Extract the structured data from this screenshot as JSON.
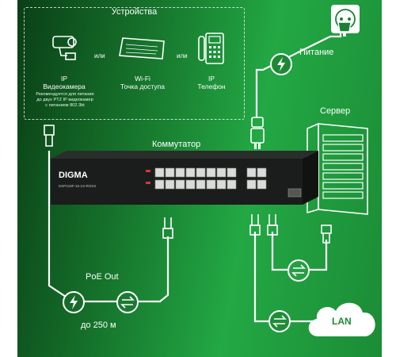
{
  "devices": {
    "title": "Устройства",
    "separator": "или",
    "camera": {
      "line1": "IP",
      "line2": "Видеокамера",
      "note1": "Рекомендуется для питания",
      "note2": "до двух PTZ IP видеокамер",
      "note3": "с питанием 802.3bt"
    },
    "wifi": {
      "line1": "Wi-Fi",
      "line2": "Точка доступа"
    },
    "phone": {
      "line1": "IP",
      "line2": "Телефон"
    }
  },
  "power": {
    "label": "Питание"
  },
  "server": {
    "label": "Сервер"
  },
  "switch": {
    "label": "Коммутатор",
    "brand": "DIGMA",
    "model": "DSP218F-16-1S-ROSS"
  },
  "poe": {
    "label": "PoE Out",
    "distance": "до 250 м"
  },
  "lan": {
    "label": "LAN"
  },
  "colors": {
    "bg_dark": "#0a3f16",
    "bg_light": "#23a844",
    "white": "#ffffff",
    "accent_green": "#1d8a37"
  }
}
